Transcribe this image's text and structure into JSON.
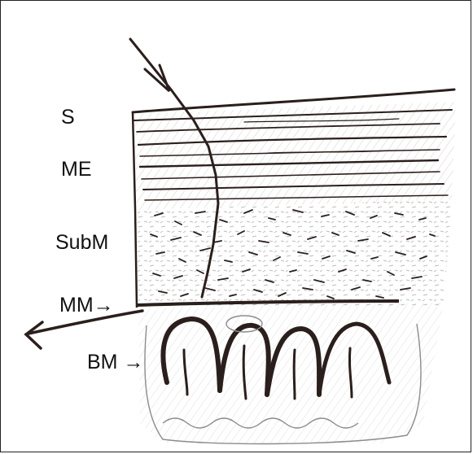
{
  "labels": {
    "s": "S",
    "me": "ME",
    "submucosa": "SubM",
    "mm": "MM",
    "bm": "BM"
  },
  "arrows": {
    "glyph": "→"
  },
  "colors": {
    "ink": "#2a1f1c",
    "pencil": "#9a9a9a",
    "background": "#ffffff"
  }
}
